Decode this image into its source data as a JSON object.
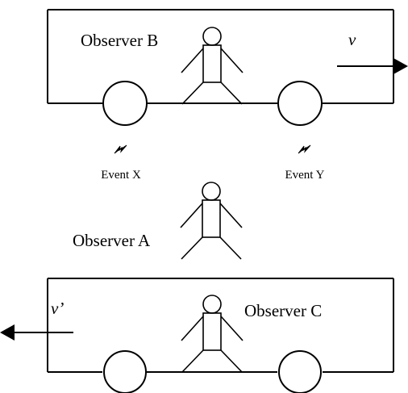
{
  "labels": {
    "observer_b": "Observer B",
    "observer_a": "Observer A",
    "observer_c": "Observer C",
    "event_x": "Event X",
    "event_y": "Event Y",
    "velocity_top": "v",
    "velocity_bottom": "v’"
  },
  "icons": {
    "event_marker": "lightning-bolt",
    "figure": "stick-figure",
    "wheel": "circle",
    "direction": "arrow"
  },
  "colors": {
    "ink": "#000000",
    "background": "#ffffff"
  }
}
